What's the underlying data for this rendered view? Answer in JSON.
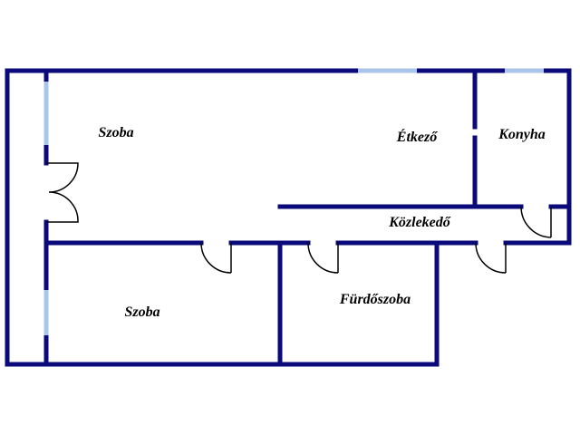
{
  "rooms": {
    "szoba_1": "Szoba",
    "etkezo": "Étkező",
    "konyha": "Konyha",
    "kozlekedo": "Közlekedő",
    "szoba_2": "Szoba",
    "furdoszoba": "Fürdőszoba"
  },
  "colors": {
    "wall": "#0a0a7a",
    "window": "#a9c6ea"
  }
}
